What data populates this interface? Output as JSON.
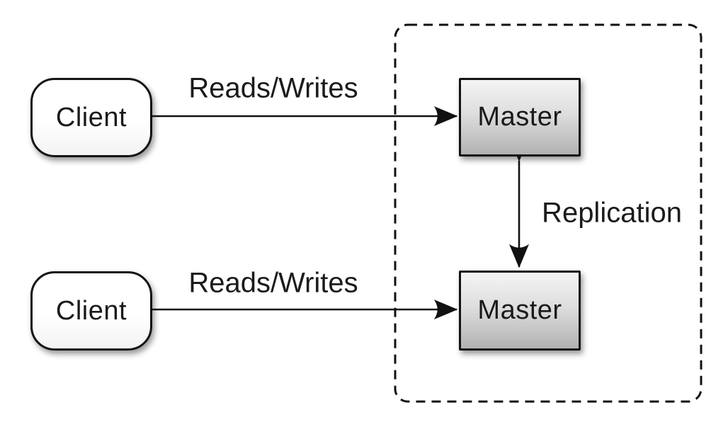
{
  "diagram": {
    "type": "architecture-diagram",
    "description": "Master-master replication: two clients read/write to two masters that replicate with each other",
    "nodes": [
      {
        "id": "client-1",
        "label": "Client",
        "shape": "rounded-rect",
        "fill": "#ffffff"
      },
      {
        "id": "client-2",
        "label": "Client",
        "shape": "rounded-rect",
        "fill": "#ffffff"
      },
      {
        "id": "master-1",
        "label": "Master",
        "shape": "rect",
        "fill": "gray-gradient"
      },
      {
        "id": "master-2",
        "label": "Master",
        "shape": "rect",
        "fill": "gray-gradient"
      }
    ],
    "edges": [
      {
        "from": "client-1",
        "to": "master-1",
        "label": "Reads/Writes",
        "arrow": "single-headed"
      },
      {
        "from": "client-2",
        "to": "master-2",
        "label": "Reads/Writes",
        "arrow": "single-headed"
      },
      {
        "from": "master-1",
        "to": "master-2",
        "label": "Replication",
        "arrow": "double-headed"
      }
    ],
    "group": {
      "contains": [
        "master-1",
        "master-2"
      ],
      "border_style": "dashed-rounded-rect"
    },
    "colors": {
      "background": "#ffffff",
      "stroke": "#111111",
      "text": "#1a1a1a",
      "master_gradient_top": "#f4f4f4",
      "master_gradient_bottom": "#b2b2b2",
      "client_fill": "#ffffff"
    }
  }
}
